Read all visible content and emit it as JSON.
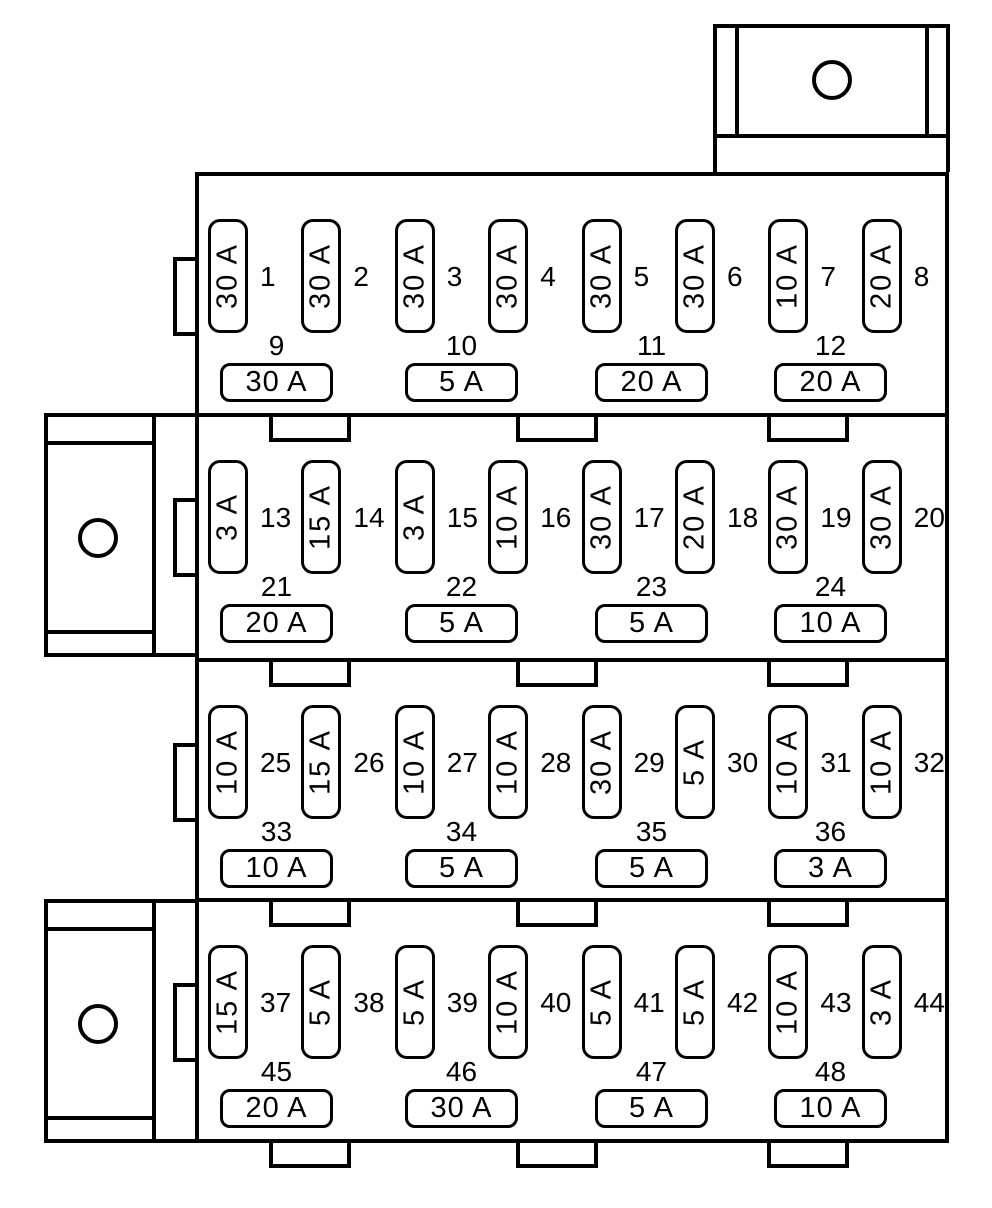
{
  "diagram": {
    "type": "fuse-box-diagram",
    "background_color": "#ffffff",
    "line_color": "#000000",
    "sections": [
      {
        "vertical_fuses": [
          {
            "number": "1",
            "rating": "30 A"
          },
          {
            "number": "2",
            "rating": "30 A"
          },
          {
            "number": "3",
            "rating": "30 A"
          },
          {
            "number": "4",
            "rating": "30 A"
          },
          {
            "number": "5",
            "rating": "30 A"
          },
          {
            "number": "6",
            "rating": "30 A"
          },
          {
            "number": "7",
            "rating": "10 A"
          },
          {
            "number": "8",
            "rating": "20 A"
          }
        ],
        "horizontal_fuses": [
          {
            "number": "9",
            "rating": "30 A"
          },
          {
            "number": "10",
            "rating": "5 A"
          },
          {
            "number": "11",
            "rating": "20 A"
          },
          {
            "number": "12",
            "rating": "20 A"
          }
        ]
      },
      {
        "vertical_fuses": [
          {
            "number": "13",
            "rating": "3 A"
          },
          {
            "number": "14",
            "rating": "15 A"
          },
          {
            "number": "15",
            "rating": "3 A"
          },
          {
            "number": "16",
            "rating": "10 A"
          },
          {
            "number": "17",
            "rating": "30 A"
          },
          {
            "number": "18",
            "rating": "20 A"
          },
          {
            "number": "19",
            "rating": "30 A"
          },
          {
            "number": "20",
            "rating": "30 A"
          }
        ],
        "horizontal_fuses": [
          {
            "number": "21",
            "rating": "20 A"
          },
          {
            "number": "22",
            "rating": "5 A"
          },
          {
            "number": "23",
            "rating": "5 A"
          },
          {
            "number": "24",
            "rating": "10 A"
          }
        ]
      },
      {
        "vertical_fuses": [
          {
            "number": "25",
            "rating": "10 A"
          },
          {
            "number": "26",
            "rating": "15 A"
          },
          {
            "number": "27",
            "rating": "10 A"
          },
          {
            "number": "28",
            "rating": "10 A"
          },
          {
            "number": "29",
            "rating": "30 A"
          },
          {
            "number": "30",
            "rating": "5 A"
          },
          {
            "number": "31",
            "rating": "10 A"
          },
          {
            "number": "32",
            "rating": "10 A"
          }
        ],
        "horizontal_fuses": [
          {
            "number": "33",
            "rating": "10 A"
          },
          {
            "number": "34",
            "rating": "5 A"
          },
          {
            "number": "35",
            "rating": "5 A"
          },
          {
            "number": "36",
            "rating": "3 A"
          }
        ]
      },
      {
        "vertical_fuses": [
          {
            "number": "37",
            "rating": "15 A"
          },
          {
            "number": "38",
            "rating": "5 A"
          },
          {
            "number": "39",
            "rating": "5 A"
          },
          {
            "number": "40",
            "rating": "10 A"
          },
          {
            "number": "41",
            "rating": "5 A"
          },
          {
            "number": "42",
            "rating": "5 A"
          },
          {
            "number": "43",
            "rating": "10 A"
          },
          {
            "number": "44",
            "rating": "3 A"
          }
        ],
        "horizontal_fuses": [
          {
            "number": "45",
            "rating": "20 A"
          },
          {
            "number": "46",
            "rating": "30 A"
          },
          {
            "number": "47",
            "rating": "5 A"
          },
          {
            "number": "48",
            "rating": "10 A"
          }
        ]
      }
    ]
  }
}
